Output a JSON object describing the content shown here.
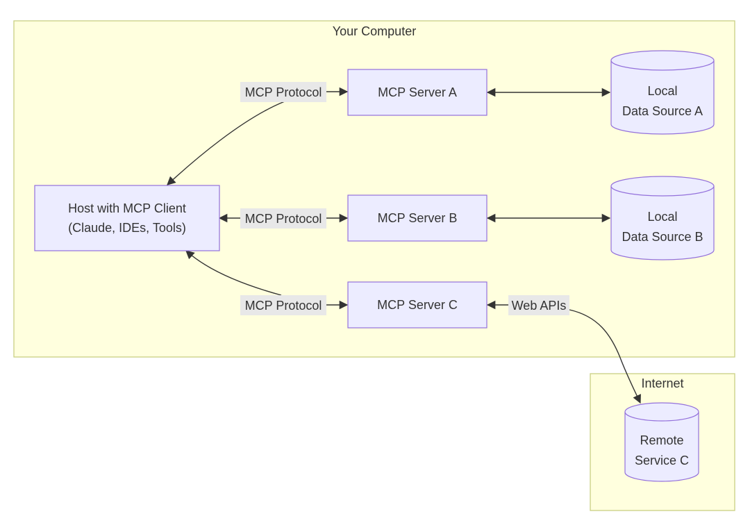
{
  "clusters": {
    "your_computer": {
      "title": "Your Computer"
    },
    "internet": {
      "title": "Internet"
    }
  },
  "nodes": {
    "host": {
      "line1": "Host with MCP Client",
      "line2": "(Claude, IDEs, Tools)"
    },
    "server_a": {
      "label": "MCP Server A"
    },
    "server_b": {
      "label": "MCP Server B"
    },
    "server_c": {
      "label": "MCP Server C"
    },
    "source_a": {
      "line1": "Local",
      "line2": "Data Source A"
    },
    "source_b": {
      "line1": "Local",
      "line2": "Data Source B"
    },
    "remote_c": {
      "line1": "Remote",
      "line2": "Service C"
    }
  },
  "edges": {
    "host_server_a": {
      "label": "MCP Protocol"
    },
    "host_server_b": {
      "label": "MCP Protocol"
    },
    "host_server_c": {
      "label": "MCP Protocol"
    },
    "server_c_remote": {
      "label": "Web APIs"
    }
  },
  "colors": {
    "cluster_fill": "#ffffde",
    "cluster_stroke": "#c9cf82",
    "node_fill": "#ececff",
    "node_stroke": "#9370db",
    "edge": "#333333",
    "edge_label_bg": "#e8e8e8",
    "text": "#333333"
  }
}
